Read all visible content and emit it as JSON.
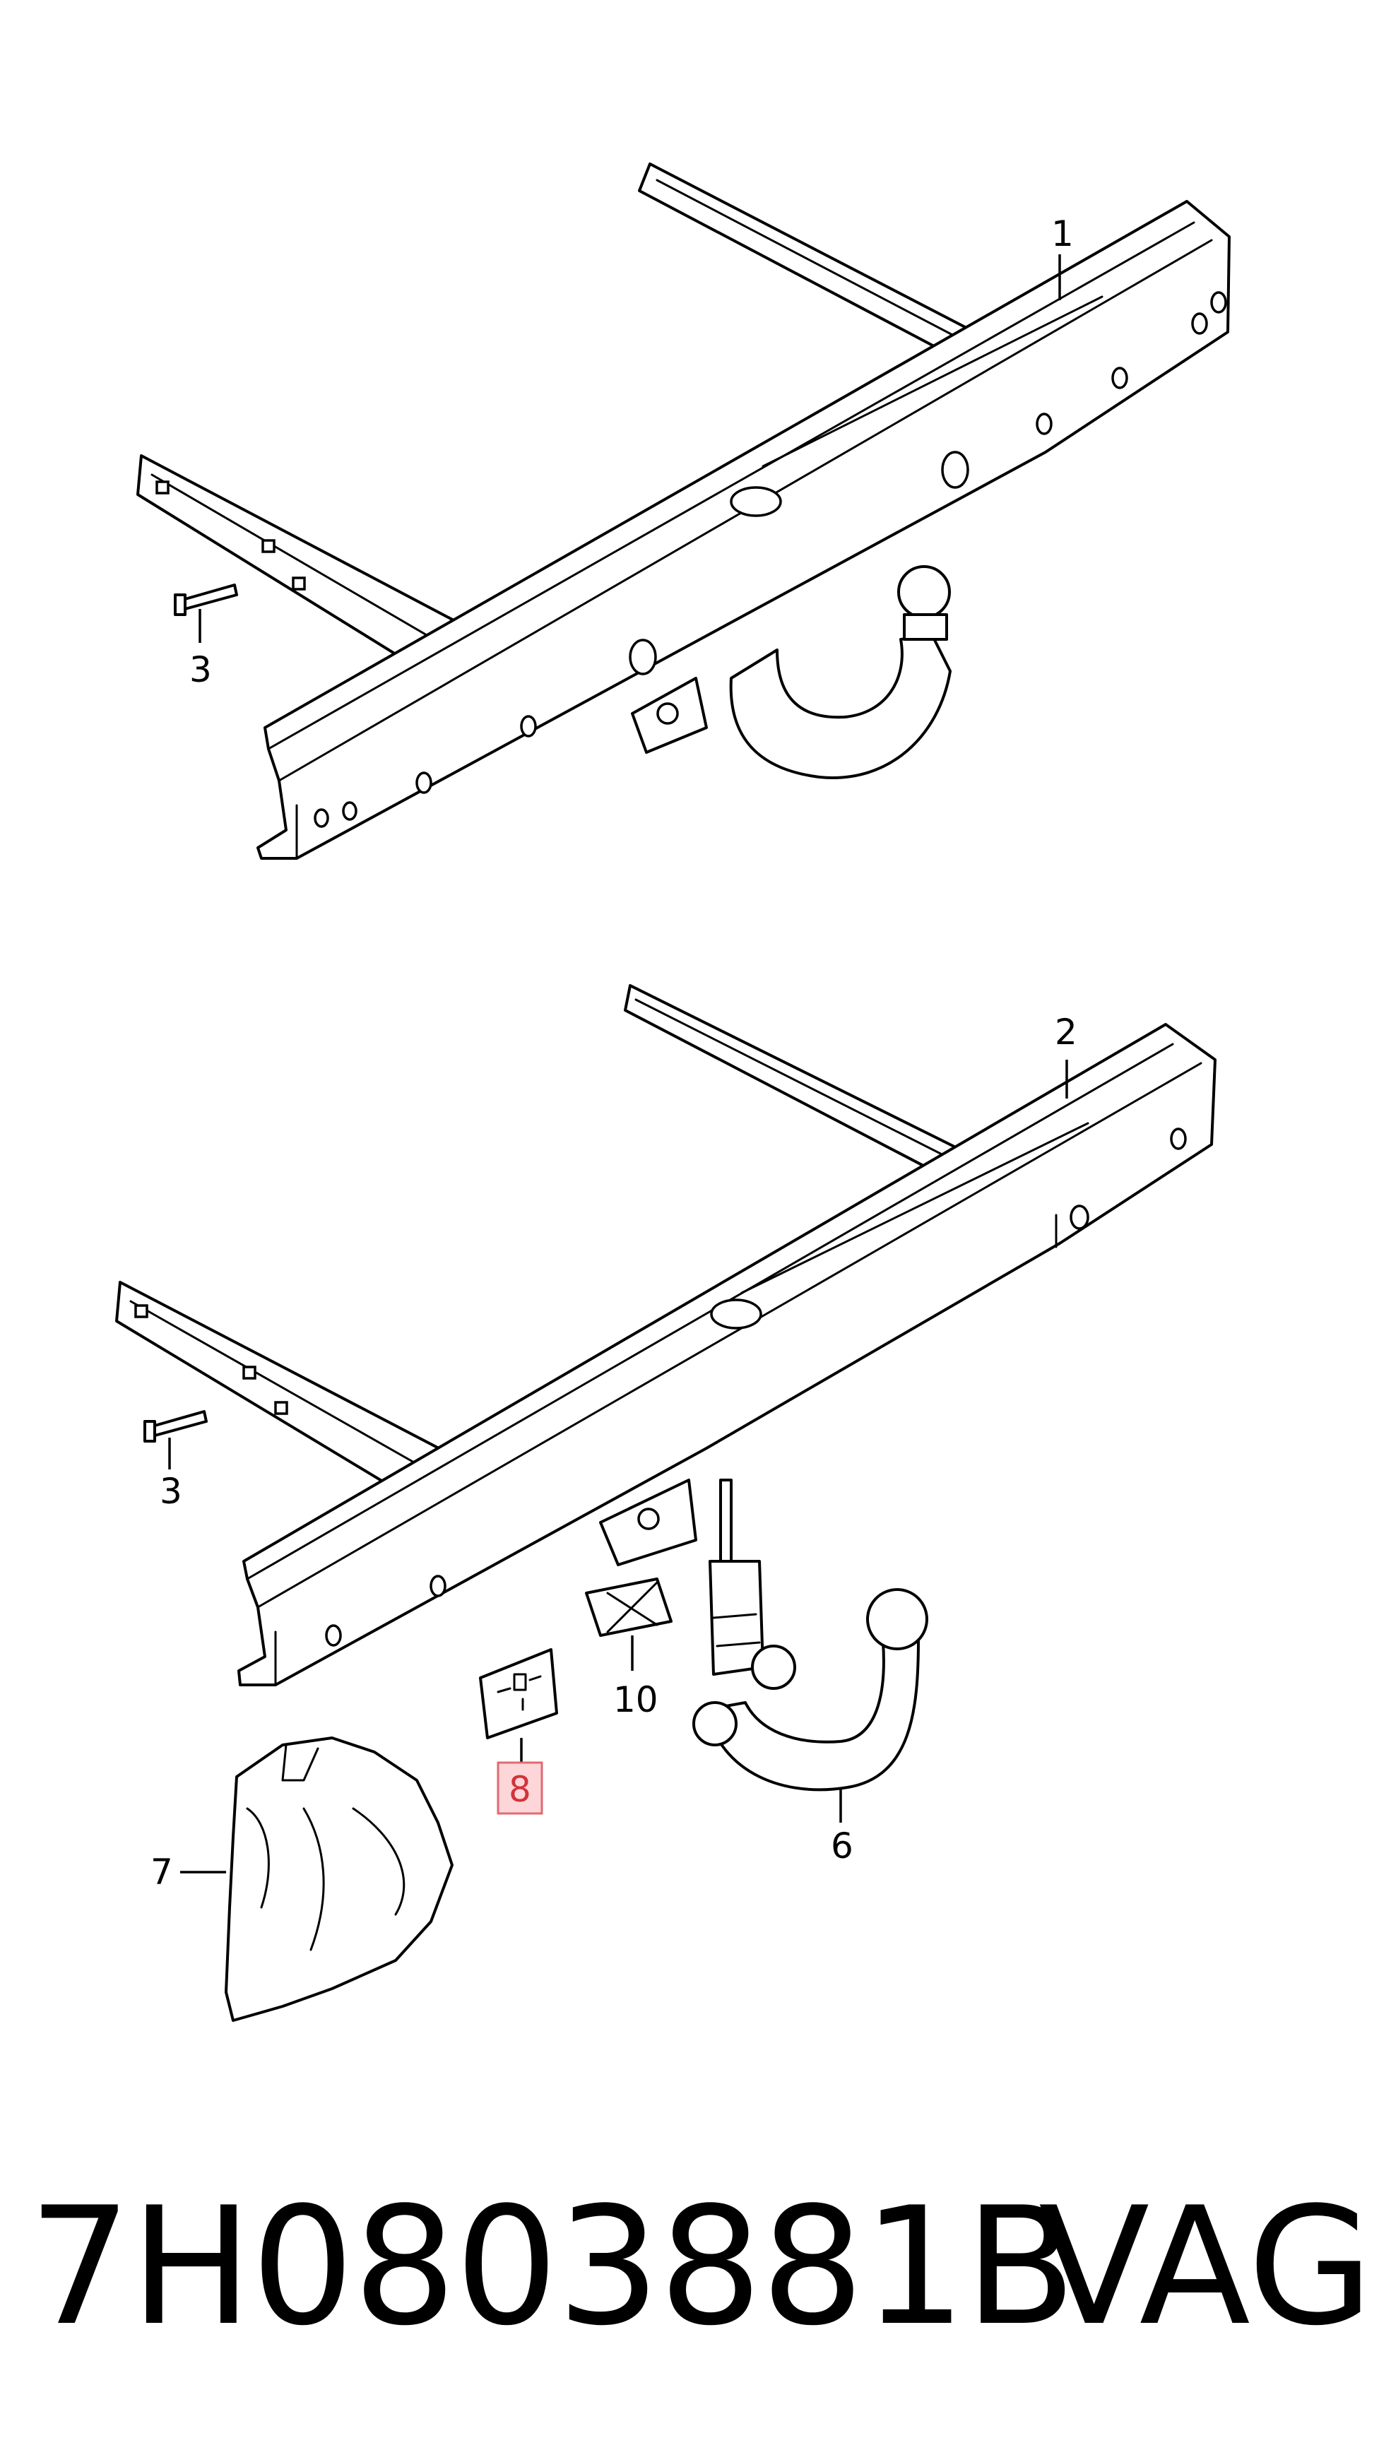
{
  "diagram": {
    "callouts": {
      "c1": "1",
      "c2": "2",
      "c3a": "3",
      "c3b": "3",
      "c6": "6",
      "c7": "7",
      "c8": "8",
      "c10": "10"
    },
    "highlighted_callout": "8",
    "highlight_color": "#fcd6d8",
    "highlight_border": "#e06a72",
    "highlight_text_color": "#d2323c"
  },
  "footer": {
    "part_number": "7H0803881B",
    "brand": "VAG"
  }
}
